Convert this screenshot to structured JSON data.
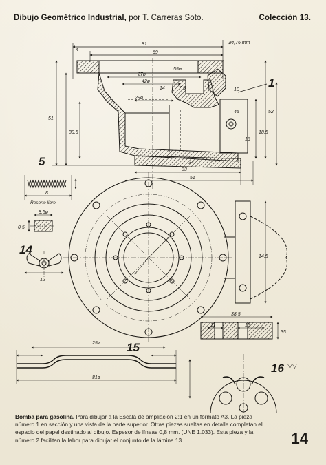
{
  "header": {
    "title": "Dibujo Geométrico Industrial,",
    "author": "por T. Carreras Soto.",
    "collection": "Colección 13."
  },
  "drawing": {
    "part_labels": {
      "p1": "1",
      "p5": "5",
      "p14": "14",
      "p15": "15",
      "p16": "16"
    },
    "sublabels": {
      "resorte": "Resorte libre"
    },
    "dims": {
      "d81": "81",
      "d69": "69",
      "d4": "4",
      "d476": "⌀4,76 mm",
      "d27": "27ø",
      "d55": "55ø",
      "d42": "42ø",
      "d14": "14",
      "d75": "7,5",
      "d10": "10",
      "d29": "29ø",
      "d51": "51",
      "d305": "30,5",
      "d52": "52",
      "d45": "45",
      "d185": "18,5",
      "d16": "16",
      "d33": "33",
      "d34": "34",
      "d8": "8",
      "d85": "8,5ø",
      "d05": "0,5",
      "d12": "12",
      "d145": "14,5",
      "d25": "25ø",
      "d81b": "81ø",
      "d385": "38,5",
      "d11": "11",
      "d15": "15",
      "d35": "35"
    }
  },
  "caption": {
    "bold": "Bomba para gasolina.",
    "text": "Para dibujar a la Escala de ampliación 2:1 en un formato A3. La pieza número 1 en sección y una vista de la parte superior. Otras piezas sueltas en detalle completan el espacio del papel destinado al dibujo. Espesor de líneas 0,8 mm. (UNE 1.033). Esta pieza y la número 2 facilitan la labor para dibujar el conjunto de la lámina 13."
  },
  "page_number": "14"
}
